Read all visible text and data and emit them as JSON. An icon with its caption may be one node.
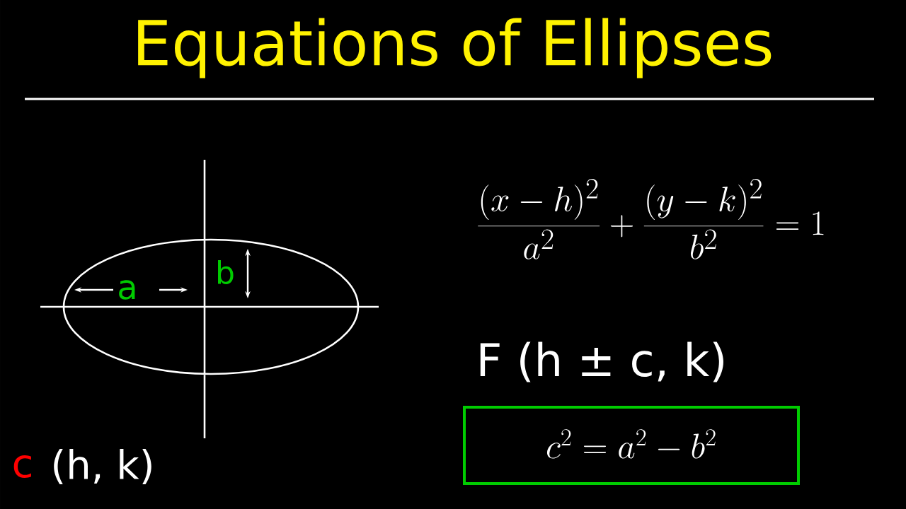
{
  "diagram": {
    "title": "Equations of Ellipses",
    "nodes": [
      {
        "text": [
          "c^{2} = a^{2} - b^{2}"
        ]
      }
    ],
    "labels": [
      "a",
      "b",
      "c",
      "(h, k)",
      "\\frac{(x-h)^{2}}{a^{2}} + \\frac{(y-k)^{2}}{b^{2}} = 1",
      "F (h ± c, k)"
    ]
  }
}
